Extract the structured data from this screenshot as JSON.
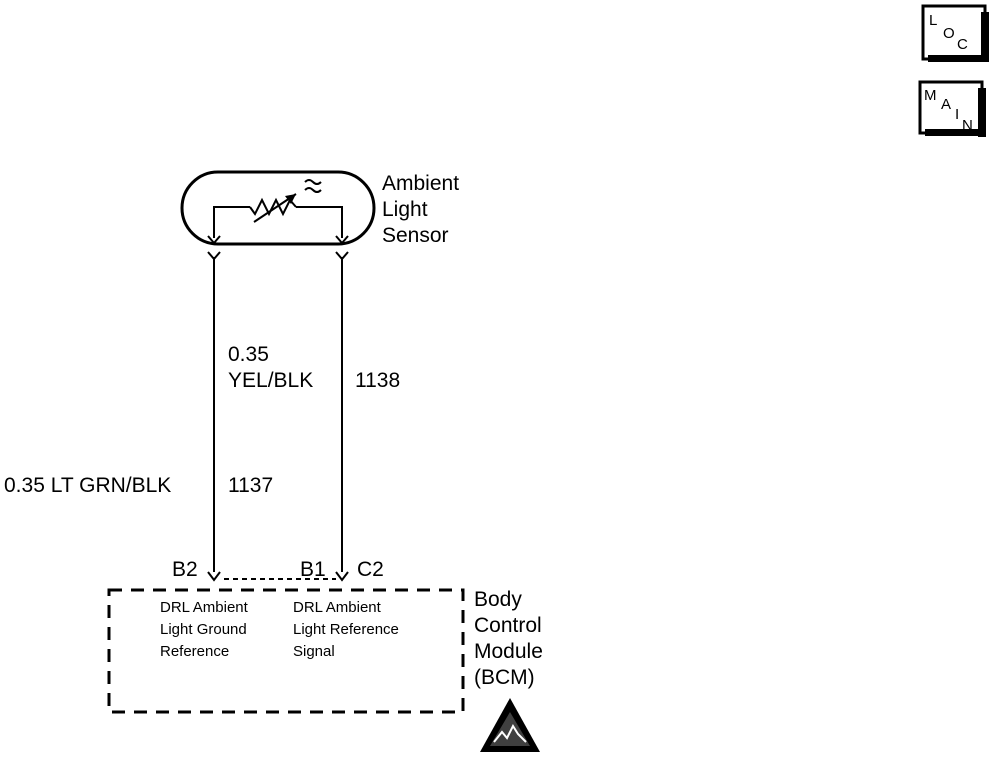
{
  "nav": {
    "loc": [
      "L",
      "O",
      "C"
    ],
    "main": [
      "M",
      "A",
      "I",
      "N"
    ]
  },
  "sensor": {
    "name_lines": [
      "Ambient",
      "Light",
      "Sensor"
    ]
  },
  "wires": {
    "left": {
      "gauge_color": "0.35 LT GRN/BLK",
      "circuit": "1137",
      "pin": "B2"
    },
    "right": {
      "gauge": "0.35",
      "color": "YEL/BLK",
      "circuit": "1138",
      "pin_b1": "B1",
      "pin_c2": "C2"
    }
  },
  "module": {
    "name_lines": [
      "Body",
      "Control",
      "Module",
      "(BCM)"
    ],
    "ground_ref_lines": [
      "DRL Ambient",
      "Light Ground",
      "Reference"
    ],
    "ref_signal_lines": [
      "DRL Ambient",
      "Light Reference",
      "Signal"
    ]
  },
  "icons": {
    "esd": "esd-warning-icon"
  }
}
